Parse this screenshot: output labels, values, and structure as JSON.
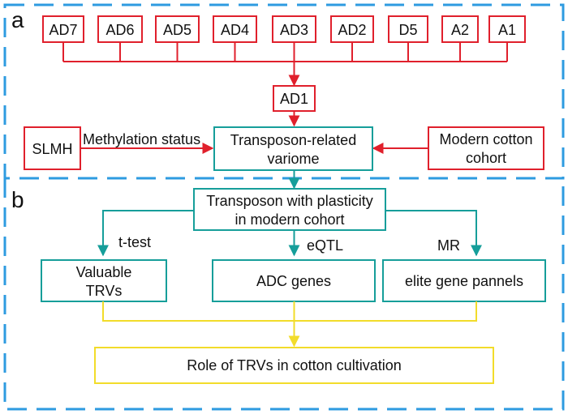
{
  "panels": {
    "a_label": "a",
    "b_label": "b"
  },
  "genomes": [
    "AD7",
    "AD6",
    "AD5",
    "AD4",
    "AD3",
    "AD2",
    "D5",
    "A2",
    "A1"
  ],
  "ad1": "AD1",
  "slmh": "SLMH",
  "methylation": "Methylation status",
  "variome": {
    "line1": "Transposon-related",
    "line2": "variome"
  },
  "modern_cohort": {
    "line1": "Modern cotton",
    "line2": "cohort"
  },
  "plasticity": {
    "line1": "Transposon with plasticity",
    "line2": "in modern cohort"
  },
  "methods": {
    "ttest": "t-test",
    "eqtl": "eQTL",
    "mr": "MR"
  },
  "valuable": {
    "line1": "Valuable",
    "line2": "TRVs"
  },
  "adc": "ADC genes",
  "elite": "elite gene pannels",
  "role": "Role of TRVs in cotton cultivation",
  "colors": {
    "red": "#e0202c",
    "teal": "#169e9a",
    "yellow": "#f2dc2a",
    "dash_blue": "#2e9be0"
  }
}
